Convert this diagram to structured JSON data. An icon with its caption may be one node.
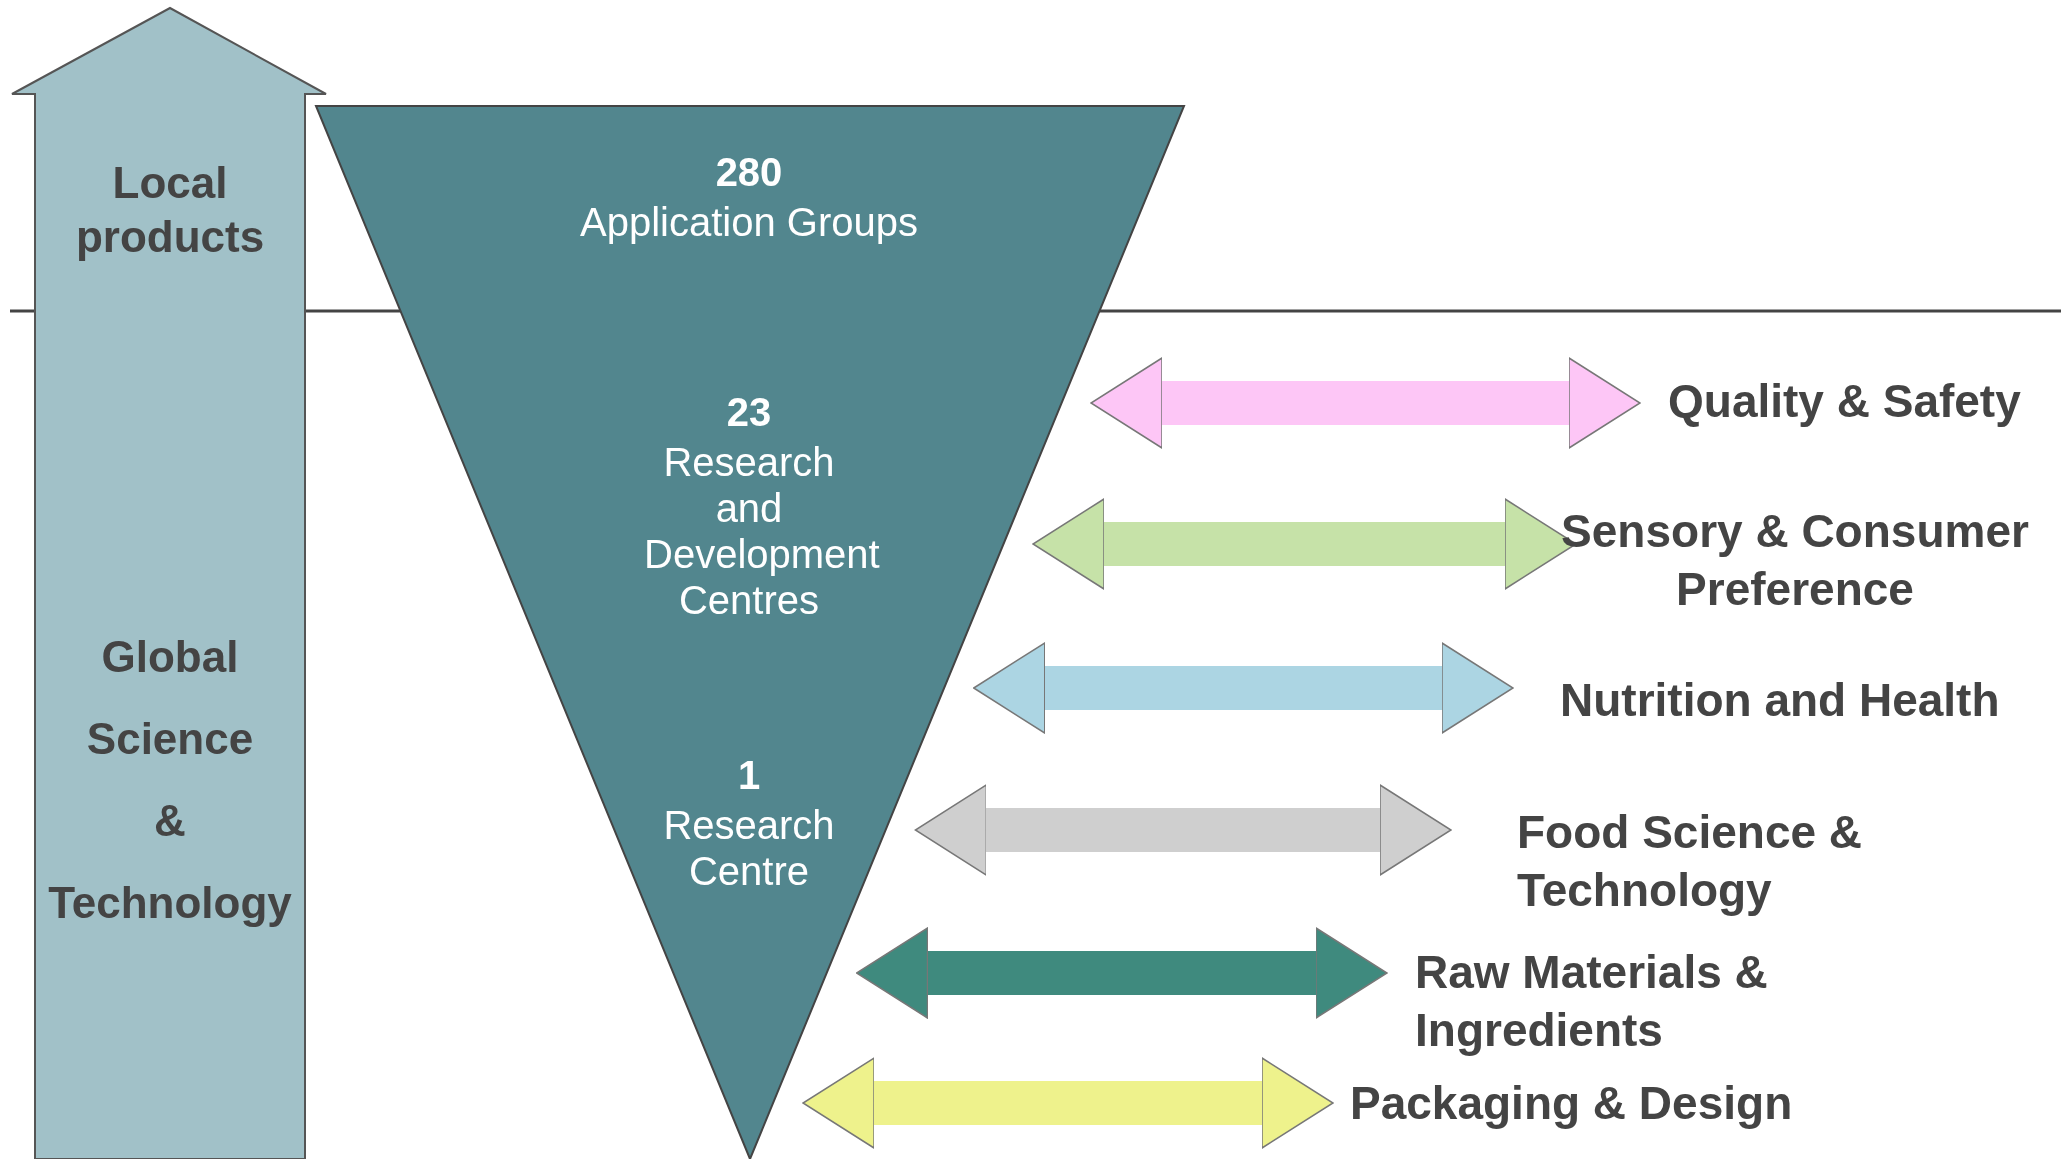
{
  "diagram": {
    "nodes": [
      {
        "text": [
          "Local products",
          "Global Science & Technology"
        ]
      },
      {
        "text": [
          "280",
          "Application Groups",
          "23",
          "Research and Development Centres",
          "1",
          "Research Centre"
        ]
      },
      {
        "text": [
          "Quality & Safety"
        ]
      },
      {
        "text": [
          "Sensory & Consumer Preference"
        ]
      },
      {
        "text": [
          "Nutrition and Health"
        ]
      },
      {
        "text": [
          "Food Science & Technology"
        ]
      },
      {
        "text": [
          "Raw Materials & Ingredients"
        ]
      },
      {
        "text": [
          "Packaging & Design"
        ]
      }
    ],
    "edges": [
      {
        "from": 1,
        "to": 2,
        "arrow": "both",
        "color": "#fdc6f6"
      },
      {
        "from": 1,
        "to": 3,
        "arrow": "both",
        "color": "#c6e2a8"
      },
      {
        "from": 1,
        "to": 4,
        "arrow": "both",
        "color": "#acd5e3"
      },
      {
        "from": 1,
        "to": 5,
        "arrow": "both",
        "color": "#cfcfcf"
      },
      {
        "from": 1,
        "to": 6,
        "arrow": "both",
        "color": "#3f8a7e"
      },
      {
        "from": 1,
        "to": 7,
        "arrow": "both",
        "color": "#eef28c"
      }
    ]
  }
}
